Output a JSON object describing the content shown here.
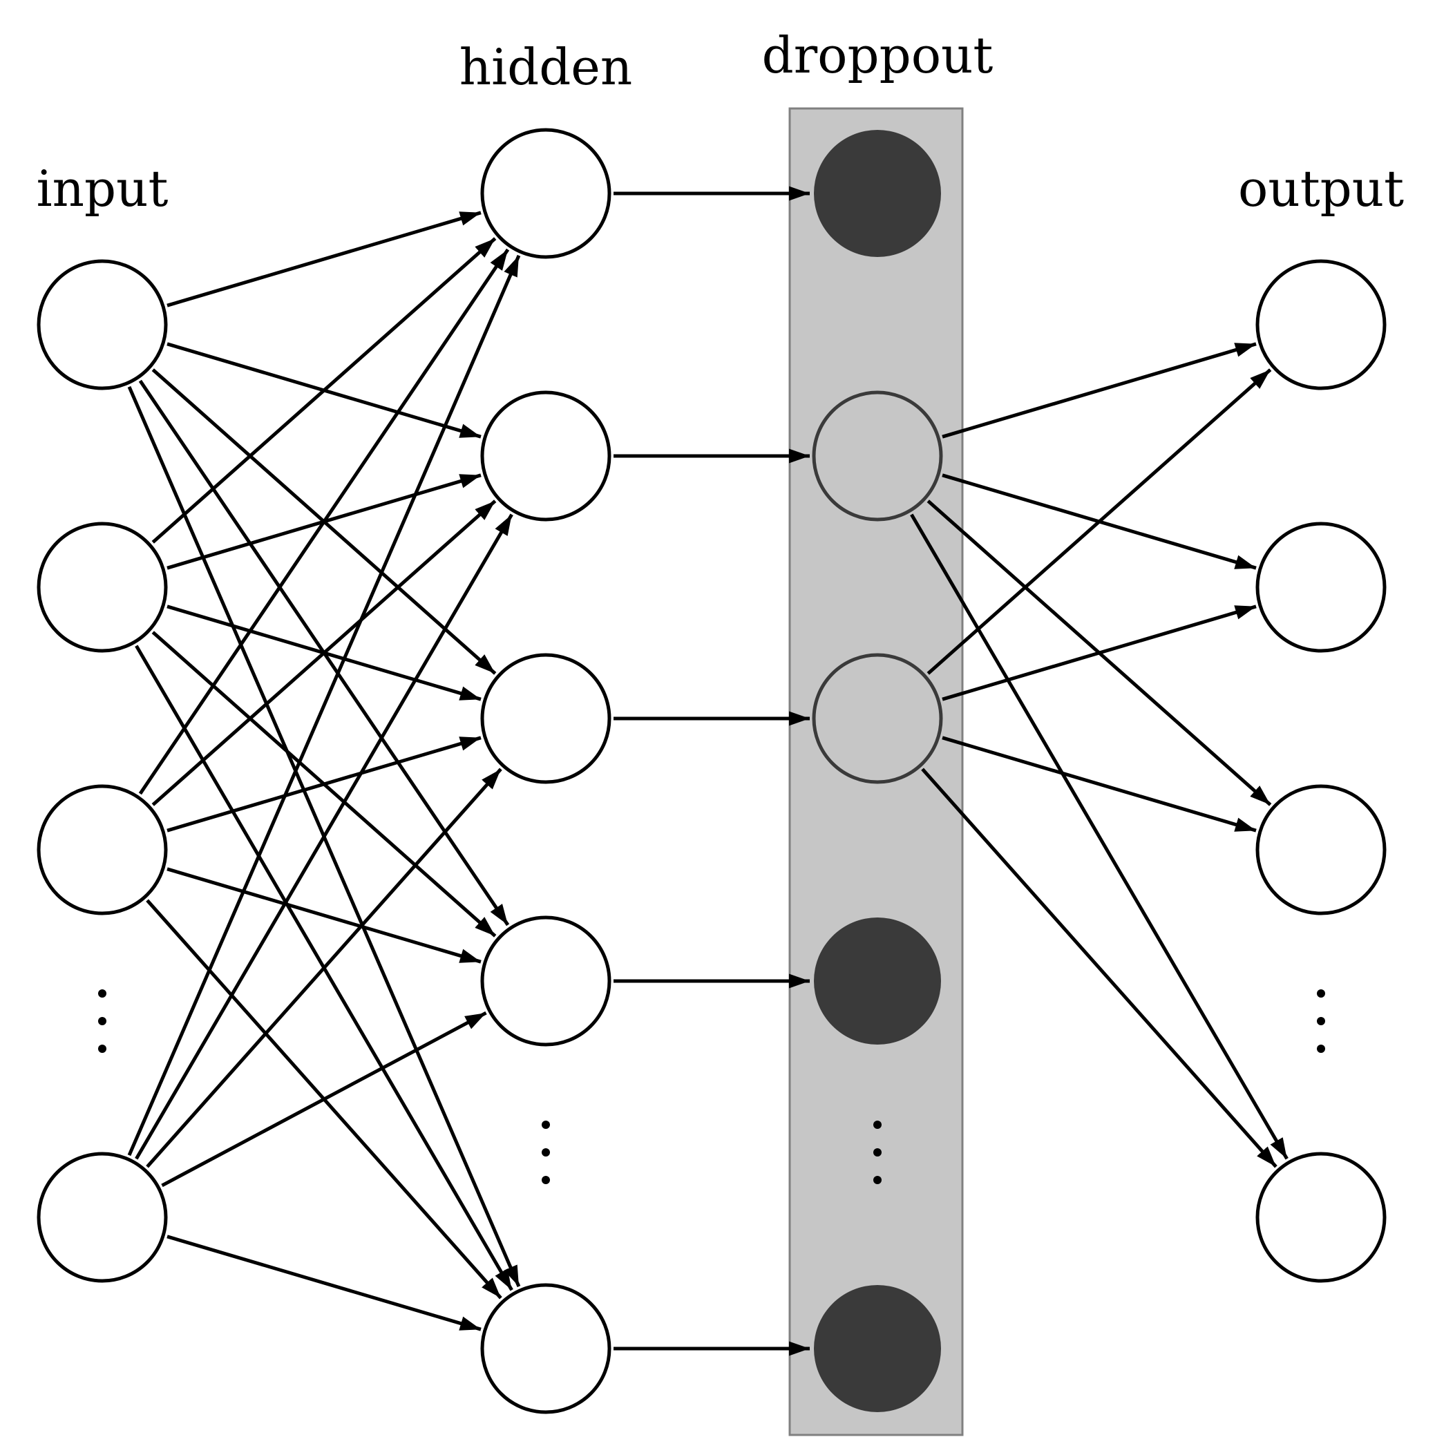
{
  "labels": {
    "input": "input",
    "hidden": "hidden",
    "dropout": "droppout",
    "output": "output"
  },
  "colors": {
    "node_fill": "#ffffff",
    "node_stroke": "#000000",
    "dropped_node_fill": "#3a3a3a",
    "kept_node_fill": "#c6c6c6",
    "kept_node_stroke": "#3a3a3a",
    "dropout_band_fill": "#c6c6c6",
    "dropout_band_stroke": "#808080",
    "edge": "#000000"
  },
  "layers": {
    "input": {
      "nodes": 4,
      "ellipsis": true
    },
    "hidden": {
      "nodes": 5,
      "ellipsis": true
    },
    "dropout": {
      "nodes": 5,
      "ellipsis": true,
      "dropped": [
        0,
        3,
        4
      ],
      "kept": [
        1,
        2
      ]
    },
    "output": {
      "nodes": 4,
      "ellipsis": true
    }
  },
  "edges": {
    "input_to_hidden": "all",
    "hidden_to_dropout": "one-to-one",
    "kept_dropout_to_output": "all"
  }
}
